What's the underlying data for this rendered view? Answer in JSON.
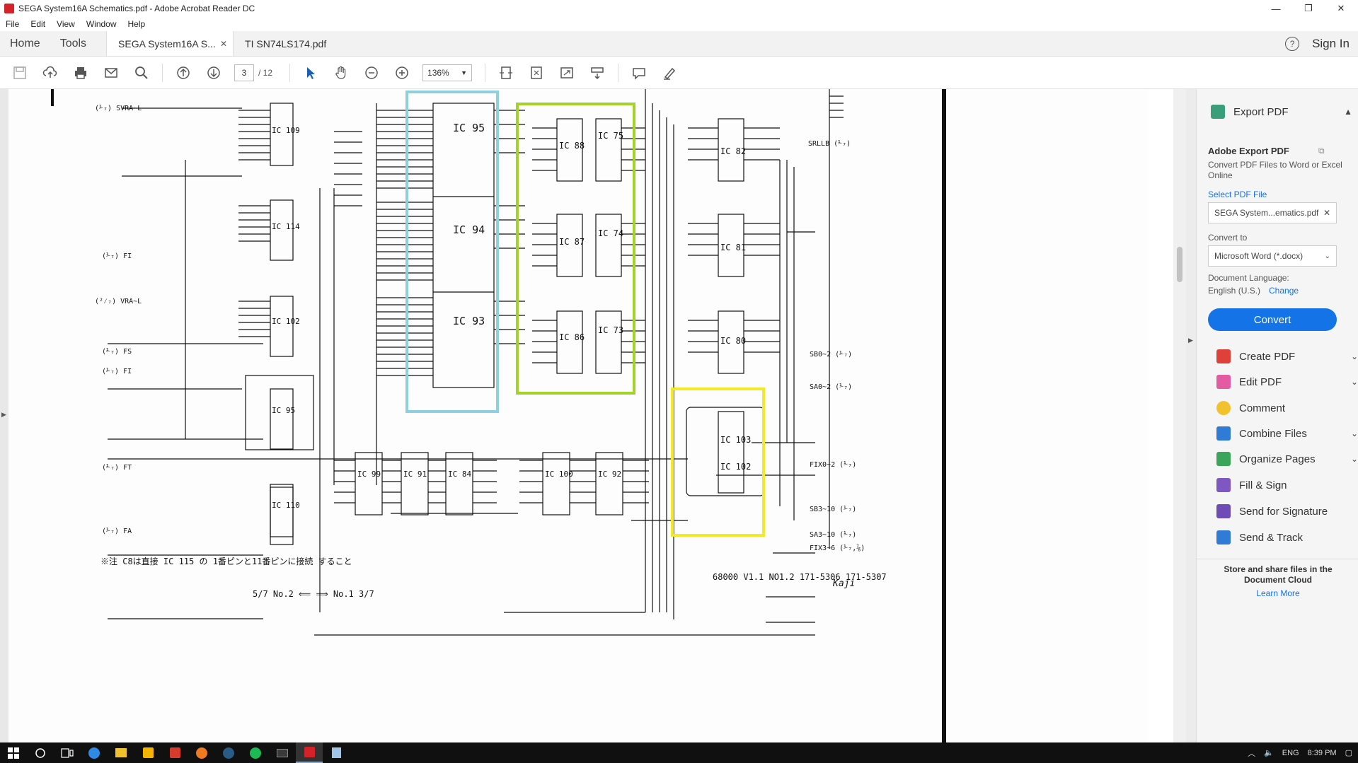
{
  "window": {
    "title": "SEGA System16A Schematics.pdf - Adobe Acrobat Reader DC",
    "minimize": "—",
    "maximize": "❐",
    "close": "✕"
  },
  "menu": [
    "File",
    "Edit",
    "View",
    "Window",
    "Help"
  ],
  "tabs": {
    "home": "Home",
    "tools": "Tools",
    "doc1": "SEGA System16A S...",
    "doc2": "TI SN74LS174.pdf",
    "help": "?",
    "signin": "Sign In"
  },
  "toolbar": {
    "page_current": "3",
    "page_total": "/ 12",
    "zoom": "136%"
  },
  "schematic": {
    "ic_labels": [
      "IC 95",
      "IC 94",
      "IC 93",
      "IC 88",
      "IC 75",
      "IC 87",
      "IC 74",
      "IC 86",
      "IC 73",
      "IC 82",
      "IC 81",
      "IC 80",
      "IC 103",
      "IC 102",
      "IC 109",
      "IC 114",
      "IC 102",
      "IC 95",
      "IC 110",
      "IC 99",
      "IC 91",
      "IC 84",
      "IC 100",
      "IC 92"
    ],
    "signal_labels": [
      "SRLLB (⅟₇)",
      "SB0~2 (⅟₇)",
      "SA0~2 (⅟₇)",
      "FIX0~2 (⅟₇)",
      "SB3~10 (⅟₇)",
      "SA3~10 (⅟₇)",
      "FIX3~6 (⅟₇,⅞)"
    ],
    "left_labels": [
      "(⅟₇) SVRA~L",
      "(⅟₇) FI",
      "(²⁄₇) VRA~L",
      "(⅟₇) FS",
      "(⅟₇) FI",
      "(⅟₇) FT",
      "(⅟₇) FA"
    ],
    "note": "※注 C8は直接 IC 115 の 1番ピンと11番ピンに接続 すること",
    "footer_ref": "68000  V1.1 NO1.2  171-5306  171-5307",
    "page_mark": "5/7   No.2 ⟸   ⟹ No.1  3/7",
    "signature": "Kaji",
    "highlight_colors": {
      "blue": "#8fcfe0",
      "green": "#a4d22a",
      "yellow": "#f2e92a"
    }
  },
  "panel": {
    "export_pdf": "Export PDF",
    "adobe_export_title": "Adobe Export PDF",
    "adobe_export_desc": "Convert PDF Files to Word or Excel Online",
    "select_file_label": "Select PDF File",
    "selected_file": "SEGA System...ematics.pdf",
    "convert_to_label": "Convert to",
    "convert_to_value": "Microsoft Word (*.docx)",
    "doc_language_label": "Document Language:",
    "doc_language_value": "English (U.S.)",
    "change_link": "Change",
    "convert_button": "Convert",
    "tools": [
      {
        "label": "Create PDF",
        "color": "#e0403a",
        "chevron": true
      },
      {
        "label": "Edit PDF",
        "color": "#e35ba0",
        "chevron": true
      },
      {
        "label": "Comment",
        "color": "#f2c12e",
        "chevron": false
      },
      {
        "label": "Combine Files",
        "color": "#2f7bd6",
        "chevron": true
      },
      {
        "label": "Organize Pages",
        "color": "#3ca55c",
        "chevron": true
      },
      {
        "label": "Fill & Sign",
        "color": "#7e57c2",
        "chevron": false
      },
      {
        "label": "Send for Signature",
        "color": "#6e4cb8",
        "chevron": false
      },
      {
        "label": "Send & Track",
        "color": "#2f7bd6",
        "chevron": false
      }
    ],
    "cloud_text": "Store and share files in the Document Cloud",
    "learn_more": "Learn More"
  },
  "taskbar": {
    "lang": "ENG",
    "time": "8:39 PM"
  }
}
